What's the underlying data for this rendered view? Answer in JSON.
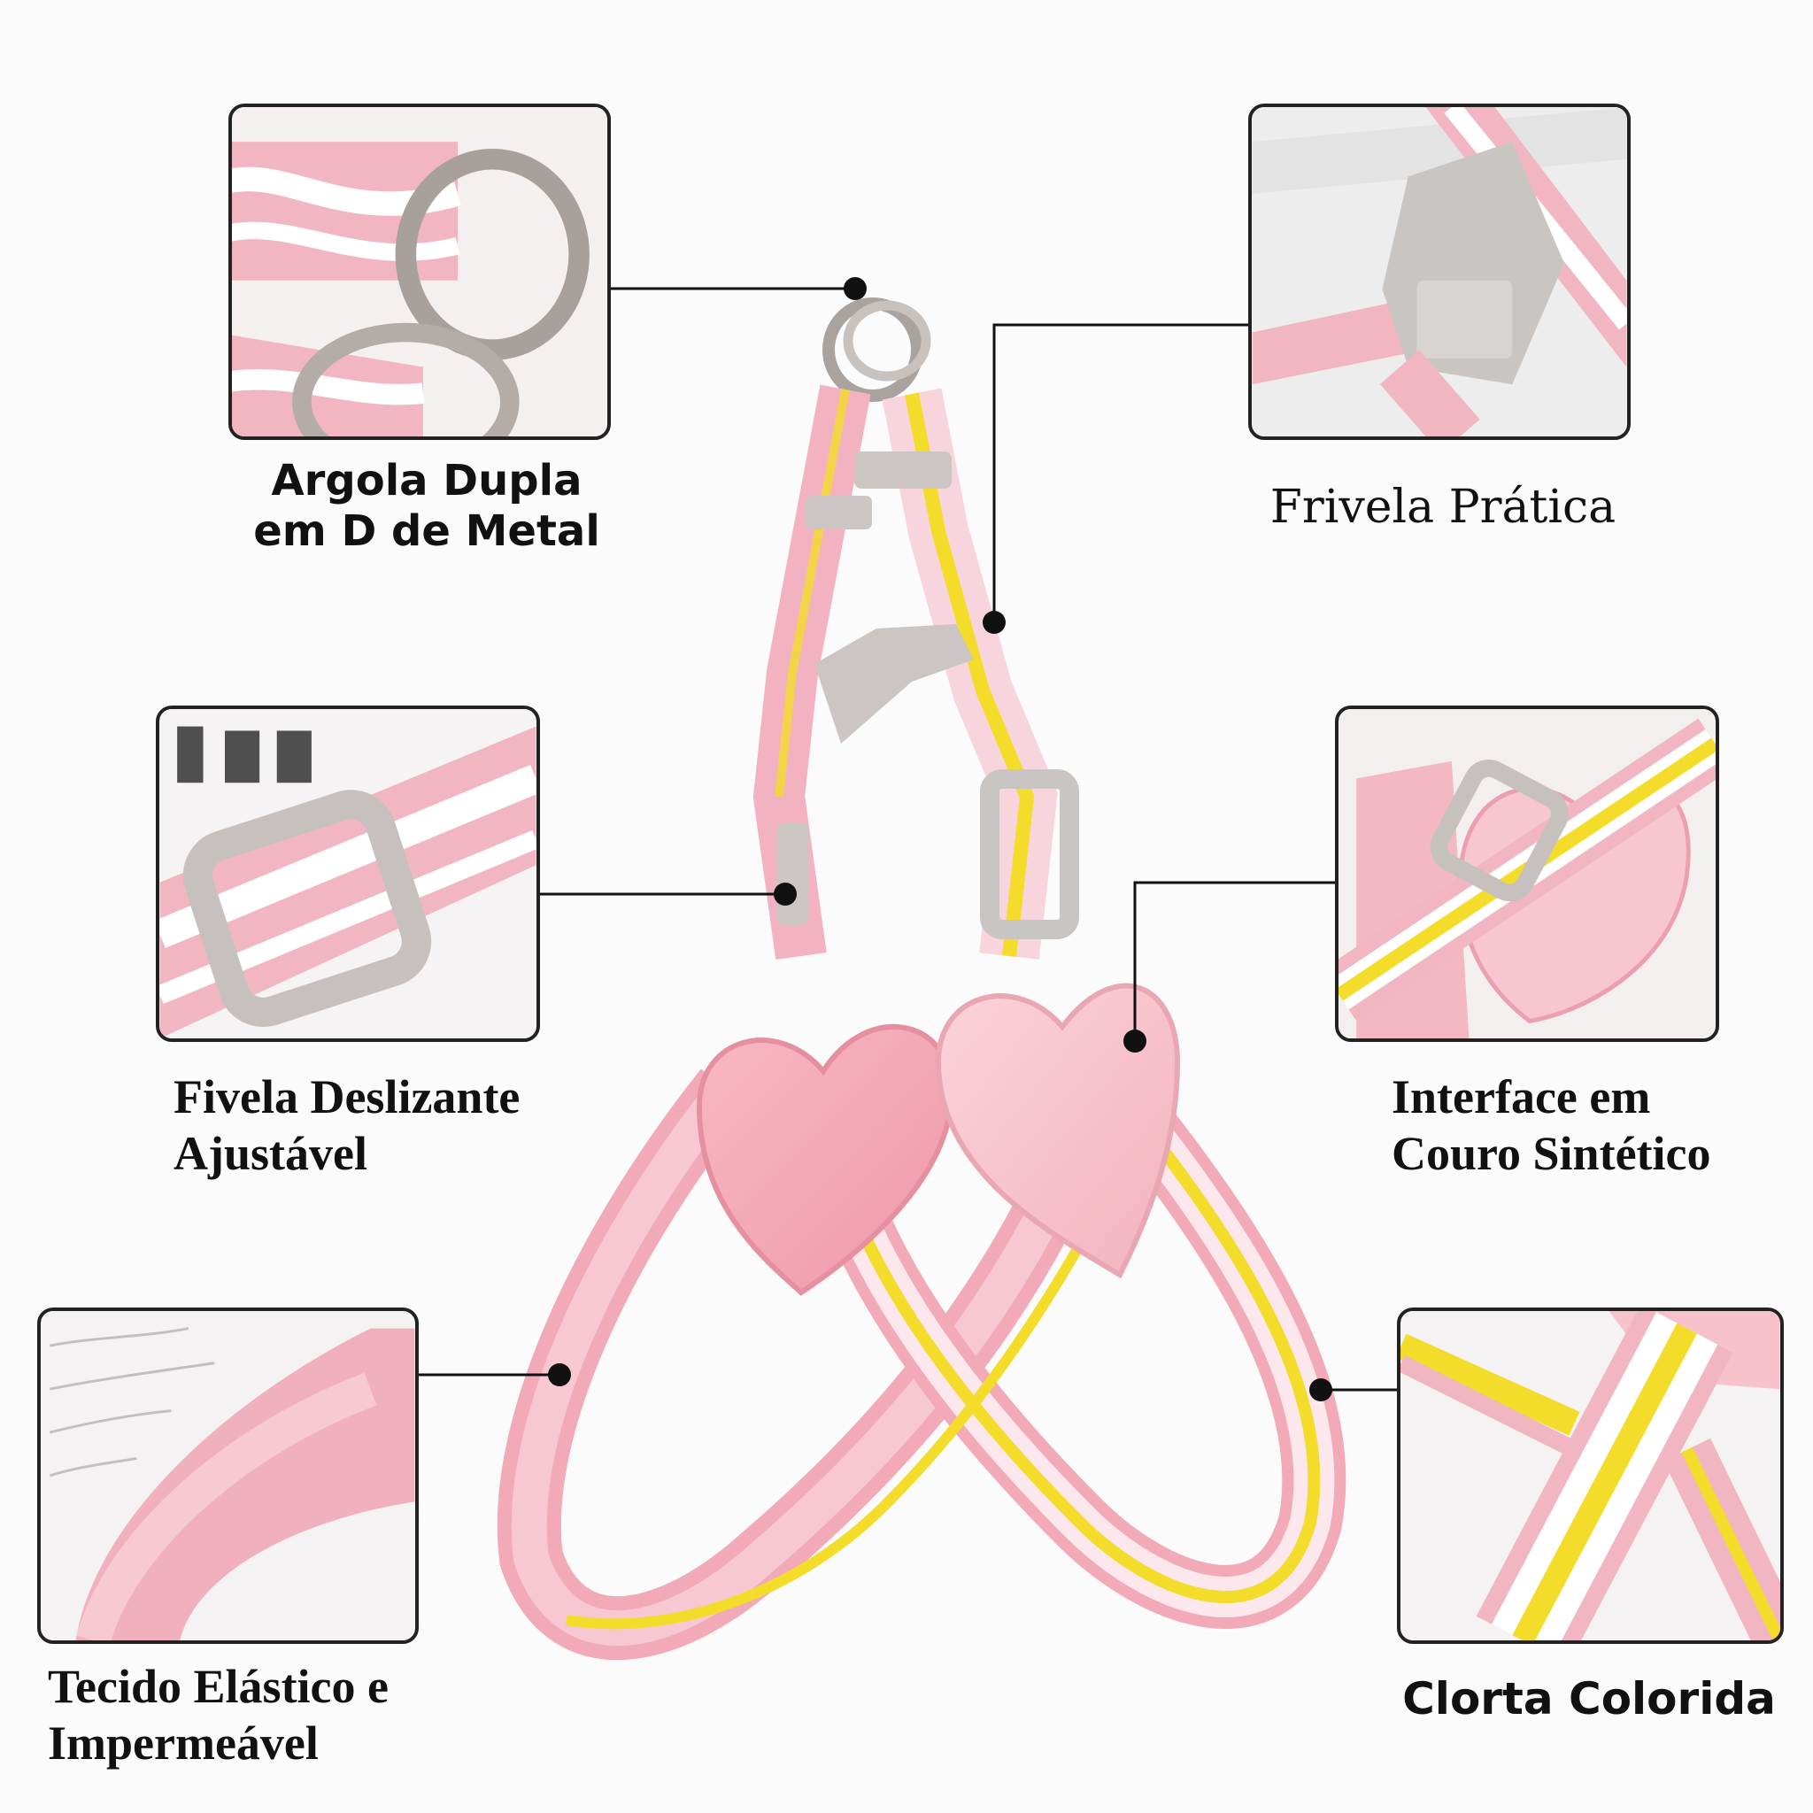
{
  "callouts": {
    "top_left": [
      "Argola Dupla",
      "em D de Metal"
    ],
    "top_right": [
      "Frivela Prática"
    ],
    "mid_left": [
      "Fivela Deslizante",
      "Ajustável"
    ],
    "mid_right": [
      "Interface em",
      "Couro Sintético"
    ],
    "bottom_left": [
      "Tecido Elástico e",
      "Impermeável"
    ],
    "bottom_right": [
      "Clorta Colorida"
    ]
  },
  "colors": {
    "pink": "#f2a9b8",
    "light_pink": "#f8c8d2",
    "yellow": "#f3dc2a",
    "buckle_gray": "#c9c5c3",
    "metal": "#b9b3b0"
  }
}
